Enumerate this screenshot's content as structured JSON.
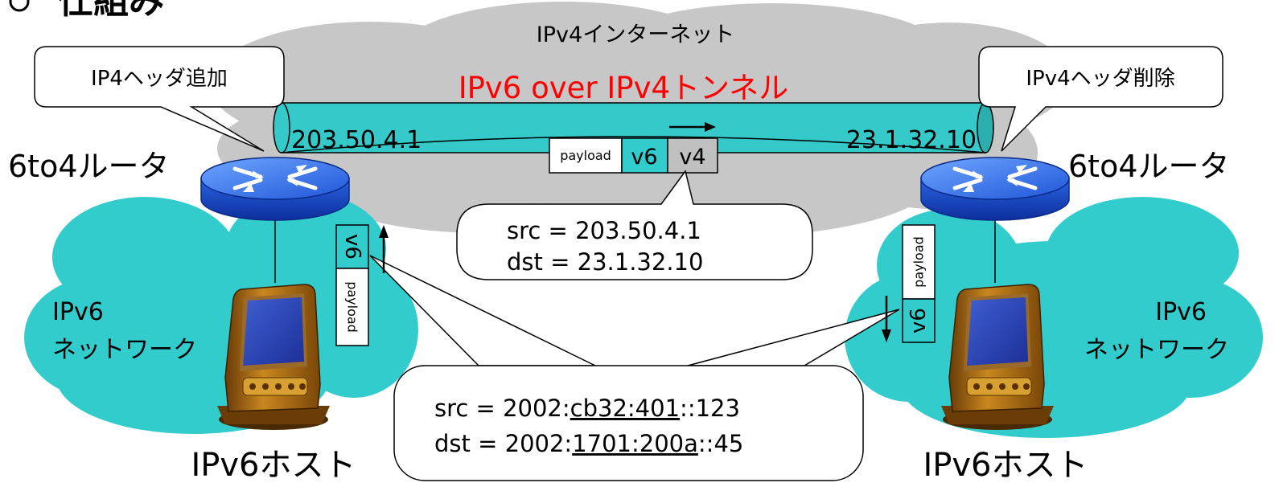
{
  "heading": "仕組み",
  "internet_label": "IPv4インターネット",
  "tunnel_label": "IPv6 over IPv4トンネル",
  "left": {
    "callout": "IP4ヘッダ追加",
    "router_label": "6to4ルータ",
    "ipv4_address": "203.50.4.1",
    "network_label": [
      "IPv6",
      "ネットワーク"
    ],
    "host_label": "IPv6ホスト",
    "packet": {
      "header": "v6",
      "payload": "payload"
    }
  },
  "right": {
    "callout": "IPv4ヘッダ削除",
    "router_label": "6to4ルータ",
    "ipv4_address": "23.1.32.10",
    "network_label": [
      "IPv6",
      "ネットワーク"
    ],
    "host_label": "IPv6ホスト",
    "packet": {
      "header": "v6",
      "payload": "payload"
    }
  },
  "tunnel_packet": {
    "payload": "payload",
    "v6": "v6",
    "v4": "v4"
  },
  "ipv4_info": {
    "src_line": "src = 203.50.4.1",
    "dst_line": "dst = 23.1.32.10"
  },
  "ipv6_info": {
    "src": {
      "prefix": "src = 2002:",
      "embedded": "cb32:401",
      "suffix": "::123"
    },
    "dst": {
      "prefix": "dst = 2002:",
      "embedded": "1701:200a",
      "suffix": "::45"
    }
  },
  "colors": {
    "cloud_gray": "#c7c7c7",
    "cloud_teal": "#33cccc",
    "tunnel": "#35c9c9",
    "tunnel_label": "#ff0000",
    "router_blue": "#3a7bef",
    "v4_box": "#c0c0c0"
  }
}
